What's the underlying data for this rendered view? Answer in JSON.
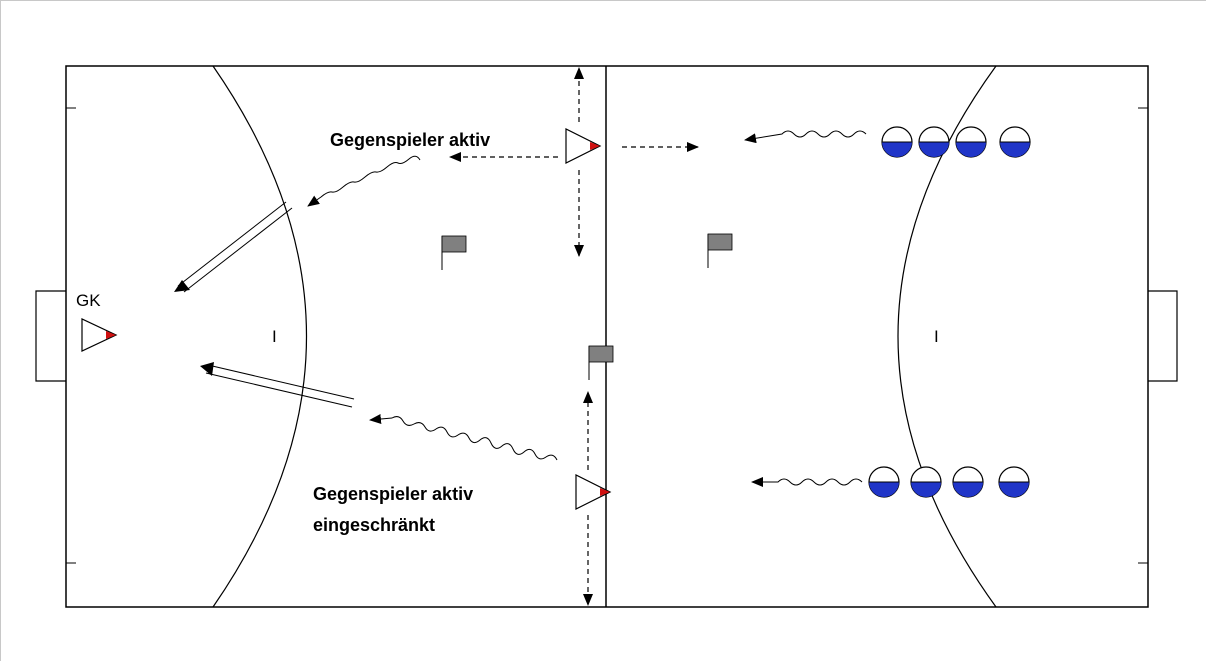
{
  "diagram": {
    "labels": {
      "gk": "GK",
      "opponent_active": "Gegenspieler aktiv",
      "opponent_limited_line1": "Gegenspieler aktiv",
      "opponent_limited_line2": "eingeschränkt",
      "left_mark": "I",
      "right_mark": "I"
    },
    "colors": {
      "line": "#000000",
      "flag": "#808080",
      "player_fill": "#2035c8",
      "marker_tip": "#d01010",
      "background": "#ffffff"
    },
    "players": {
      "top_queue_count": 4,
      "bottom_queue_count": 4
    }
  }
}
